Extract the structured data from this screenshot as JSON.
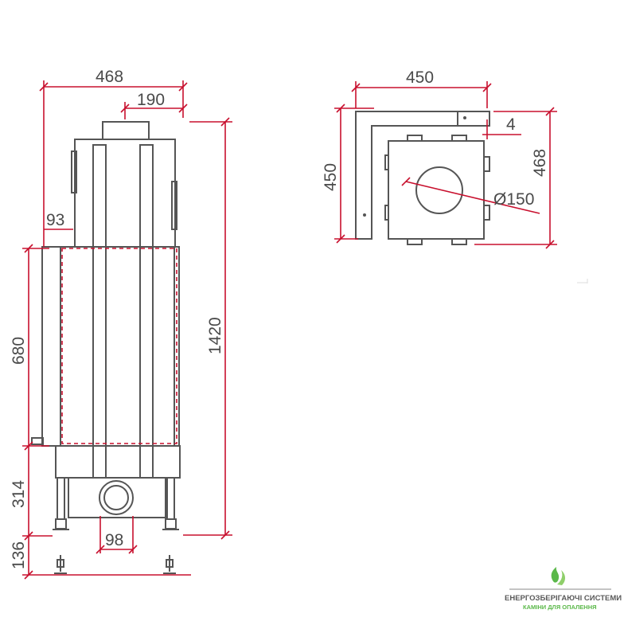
{
  "front_view": {
    "dims": {
      "total_width": "468",
      "flue_offset": "190",
      "side_offset": "93",
      "total_height": "1420",
      "door_height": "680",
      "lower_height": "314",
      "leg_height": "136",
      "outlet_width": "98"
    }
  },
  "top_view": {
    "dims": {
      "width": "450",
      "depth": "450",
      "depth_outer": "468",
      "gap": "4",
      "flue_diameter": "Ø150"
    }
  },
  "logo": {
    "name": "ЕНЕРГОЗБЕРІГАЮЧІ СИСТЕМИ",
    "tagline": "КАМІНИ ДЛЯ ОПАЛЕННЯ"
  },
  "colors": {
    "dimension": "#c8102e",
    "outline": "#555555",
    "logo_green": "#5bb84a"
  }
}
